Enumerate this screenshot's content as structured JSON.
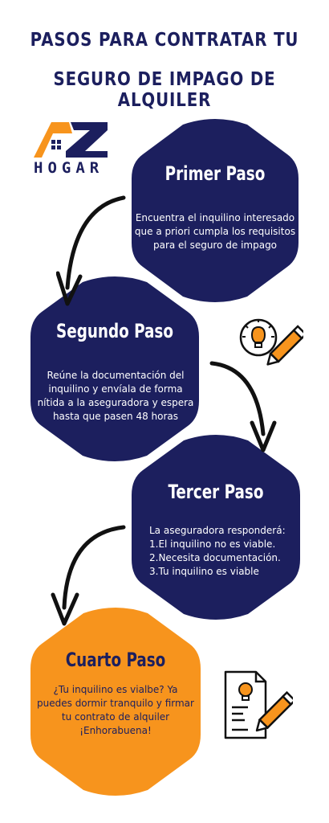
{
  "header": {
    "line1": "PASOS PARA CONTRATAR TU",
    "line2": "SEGURO DE IMPAGO DE ALQUILER"
  },
  "logo": {
    "text": "HOGAR",
    "brand_letters": "AZ"
  },
  "steps": [
    {
      "title": "Primer Paso",
      "text": "Encuentra el inquilino interesado que a priori cumpla los requisitos para el seguro de impago"
    },
    {
      "title": "Segundo Paso",
      "text": "Reúne la documentación del inquilino y envíala de forma nítida a la aseguradora y espera hasta que pasen 48 horas"
    },
    {
      "title": "Tercer Paso",
      "intro": "La aseguradora responderá:",
      "items": [
        "1.El inquilino no es viable.",
        "2.Necesita documentación.",
        "3.Tu inquilino es viable"
      ]
    },
    {
      "title": "Cuarto Paso",
      "text": "¿Tu inquilino es vialbe? Ya puedes dormir tranquilo y firmar tu contrato de alquiler ¡Enhorabuena!"
    }
  ],
  "icons": {
    "lightbulb_pencil": "lightbulb-pencil-icon",
    "document_pencil": "document-pencil-icon",
    "arrow": "curved-arrow-icon"
  },
  "colors": {
    "navy": "#1c1f5e",
    "orange": "#f7941d",
    "white": "#ffffff"
  }
}
